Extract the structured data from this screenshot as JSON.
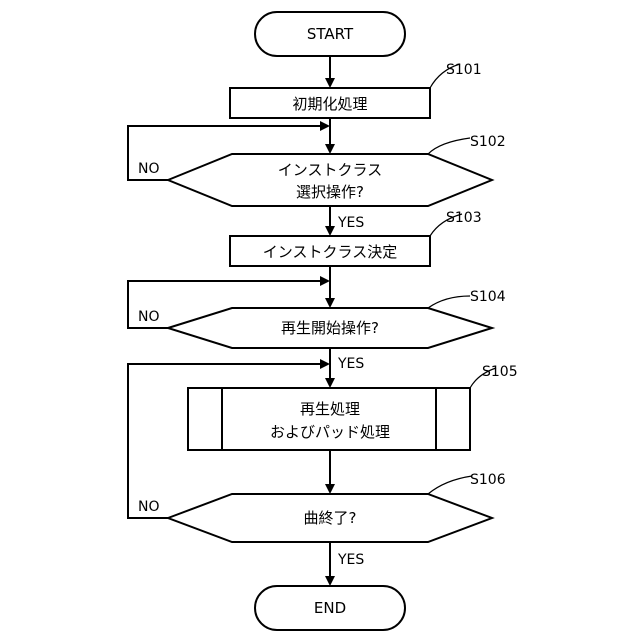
{
  "nodes": {
    "start": {
      "label": "START"
    },
    "s101": {
      "label": "初期化処理",
      "step": "S101"
    },
    "s102": {
      "lines": [
        "インストクラス",
        "選択操作?"
      ],
      "step": "S102",
      "no": "NO",
      "yes": "YES"
    },
    "s103": {
      "label": "インストクラス決定",
      "step": "S103"
    },
    "s104": {
      "label": "再生開始操作?",
      "step": "S104",
      "no": "NO",
      "yes": "YES"
    },
    "s105": {
      "lines": [
        "再生処理",
        "およびパッド処理"
      ],
      "step": "S105"
    },
    "s106": {
      "label": "曲終了?",
      "step": "S106",
      "no": "NO",
      "yes": "YES"
    },
    "end": {
      "label": "END"
    }
  }
}
